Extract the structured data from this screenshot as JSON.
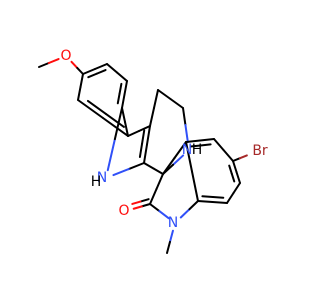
{
  "structure": {
    "atoms": [
      {
        "id": "C_me_ome",
        "label": ""
      },
      {
        "id": "O_ome",
        "label": "O",
        "color": "#ff0d0d"
      },
      {
        "id": "C_a1",
        "label": ""
      },
      {
        "id": "C_a2",
        "label": ""
      },
      {
        "id": "C_a3",
        "label": ""
      },
      {
        "id": "C_a4",
        "label": ""
      },
      {
        "id": "C_a5",
        "label": ""
      },
      {
        "id": "C_a6",
        "label": ""
      },
      {
        "id": "C_c3",
        "label": ""
      },
      {
        "id": "C_c4",
        "label": ""
      },
      {
        "id": "C_c5",
        "label": ""
      },
      {
        "id": "N_py",
        "label": "N",
        "h": "H",
        "color": "#3050f8"
      },
      {
        "id": "C_spiro",
        "label": ""
      },
      {
        "id": "N_in",
        "label": "N",
        "h": "H",
        "color": "#3050f8"
      },
      {
        "id": "C_c2",
        "label": ""
      },
      {
        "id": "C_carbonyl",
        "label": ""
      },
      {
        "id": "O_carbonyl",
        "label": "O",
        "color": "#ff0d0d"
      },
      {
        "id": "N_me",
        "label": "N",
        "color": "#3050f8"
      },
      {
        "id": "C_me_n",
        "label": ""
      },
      {
        "id": "C_b1",
        "label": ""
      },
      {
        "id": "C_b2",
        "label": ""
      },
      {
        "id": "C_b3",
        "label": ""
      },
      {
        "id": "C_b4",
        "label": ""
      },
      {
        "id": "C_b5",
        "label": ""
      },
      {
        "id": "C_b6",
        "label": ""
      },
      {
        "id": "Br",
        "label": "Br",
        "color": "#a62929"
      }
    ],
    "bonds": [
      {
        "a": "C_me_ome",
        "b": "O_ome",
        "order": 1
      },
      {
        "a": "O_ome",
        "b": "C_a1",
        "order": 1
      },
      {
        "a": "C_a1",
        "b": "C_a2",
        "order": 2
      },
      {
        "a": "C_a2",
        "b": "C_a3",
        "order": 1
      },
      {
        "a": "C_a3",
        "b": "C_a4",
        "order": 2
      },
      {
        "a": "C_a4",
        "b": "C_a5",
        "order": 1
      },
      {
        "a": "C_a5",
        "b": "C_a6",
        "order": 2
      },
      {
        "a": "C_a6",
        "b": "C_a1",
        "order": 1
      },
      {
        "a": "C_a5",
        "b": "C_c3",
        "order": 1
      },
      {
        "a": "C_c3",
        "b": "C_c2",
        "order": 2
      },
      {
        "a": "C_c2",
        "b": "N_in",
        "order": 1
      },
      {
        "a": "N_in",
        "b": "C_a4",
        "order": 1
      },
      {
        "a": "C_c3",
        "b": "C_c4",
        "order": 1
      },
      {
        "a": "C_c4",
        "b": "C_c5",
        "order": 1
      },
      {
        "a": "C_c5",
        "b": "N_py",
        "order": 1
      },
      {
        "a": "N_py",
        "b": "C_spiro",
        "order": 1
      },
      {
        "a": "C_spiro",
        "b": "C_c2",
        "order": 1
      },
      {
        "a": "C_spiro",
        "b": "C_carbonyl",
        "order": 1
      },
      {
        "a": "C_carbonyl",
        "b": "O_carbonyl",
        "order": 2
      },
      {
        "a": "C_carbonyl",
        "b": "N_me",
        "order": 1
      },
      {
        "a": "N_me",
        "b": "C_me_n",
        "order": 1
      },
      {
        "a": "N_me",
        "b": "C_b1",
        "order": 1
      },
      {
        "a": "C_b1",
        "b": "C_b2",
        "order": 2
      },
      {
        "a": "C_b2",
        "b": "C_b3",
        "order": 1
      },
      {
        "a": "C_b3",
        "b": "C_b4",
        "order": 2
      },
      {
        "a": "C_b4",
        "b": "C_b5",
        "order": 1
      },
      {
        "a": "C_b5",
        "b": "C_b6",
        "order": 2
      },
      {
        "a": "C_b6",
        "b": "C_b1",
        "order": 1
      },
      {
        "a": "C_b6",
        "b": "C_spiro",
        "order": 1
      },
      {
        "a": "C_b4",
        "b": "Br",
        "order": 1
      }
    ]
  }
}
